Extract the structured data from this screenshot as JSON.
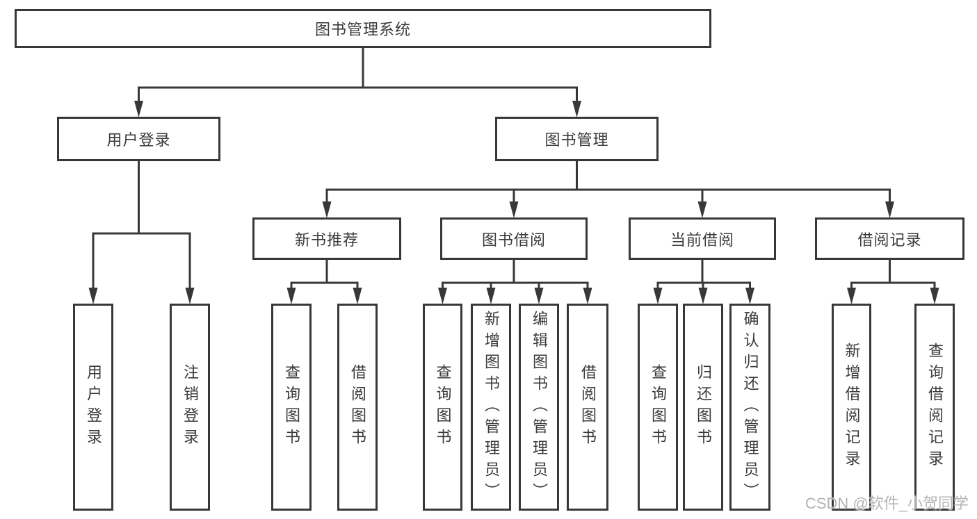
{
  "diagram": {
    "root": {
      "id": "root",
      "label": "图书管理系统",
      "children": [
        {
          "id": "user-login",
          "label": "用户登录",
          "children": [
            {
              "id": "user-login-leaf",
              "label": "用户登录"
            },
            {
              "id": "logout",
              "label": "注销登录"
            }
          ]
        },
        {
          "id": "book-mgmt",
          "label": "图书管理",
          "children": [
            {
              "id": "new-book-rec",
              "label": "新书推荐",
              "children": [
                {
                  "id": "nbr-query",
                  "label": "查询图书"
                },
                {
                  "id": "nbr-borrow",
                  "label": "借阅图书"
                }
              ]
            },
            {
              "id": "book-borrow",
              "label": "图书借阅",
              "children": [
                {
                  "id": "bb-query",
                  "label": "查询图书"
                },
                {
                  "id": "bb-add",
                  "label": "新增图书（管理员）"
                },
                {
                  "id": "bb-edit",
                  "label": "编辑图书（管理员）"
                },
                {
                  "id": "bb-borrow",
                  "label": "借阅图书"
                }
              ]
            },
            {
              "id": "current-borrow",
              "label": "当前借阅",
              "children": [
                {
                  "id": "cb-query",
                  "label": "查询图书"
                },
                {
                  "id": "cb-return",
                  "label": "归还图书"
                },
                {
                  "id": "cb-confirm",
                  "label": "确认归还（管理员）"
                }
              ]
            },
            {
              "id": "borrow-records",
              "label": "借阅记录",
              "children": [
                {
                  "id": "br-add",
                  "label": "新增借阅记录"
                },
                {
                  "id": "br-query",
                  "label": "查询借阅记录"
                }
              ]
            }
          ]
        }
      ]
    },
    "watermark": "CSDN @软件_小贺同学",
    "colors": {
      "line": "#383838",
      "border": "#383838",
      "text": "#3a3a3a",
      "box_fill": "#ffffff",
      "background": "#ffffff",
      "watermark": "#b4b4b4"
    }
  }
}
